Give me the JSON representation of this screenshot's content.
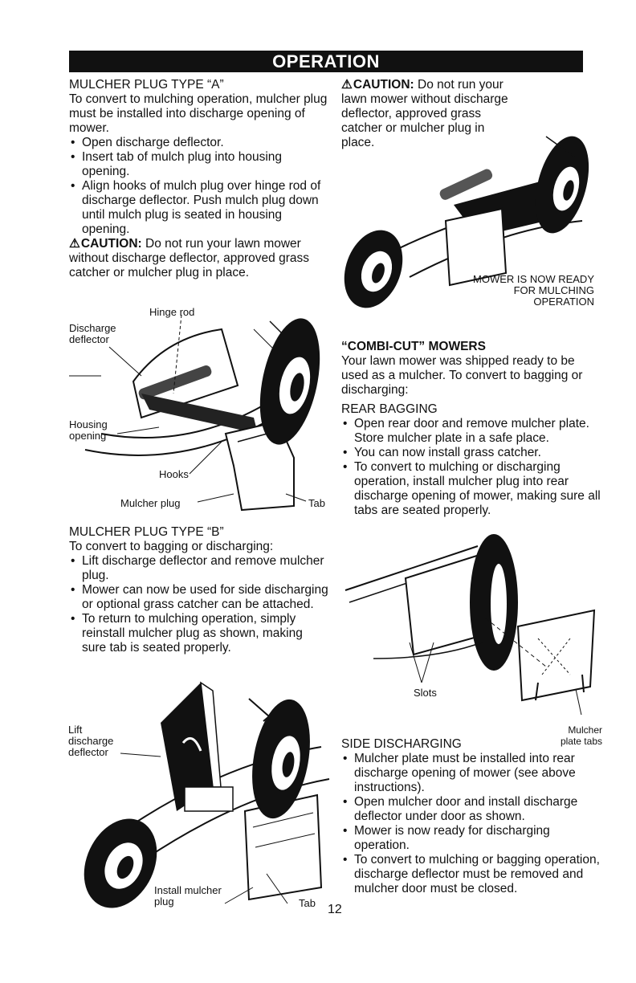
{
  "header": {
    "title": "OPERATION"
  },
  "left": {
    "typeA": {
      "heading": "MULCHER PLUG TYPE “A”",
      "intro": "To convert to mulching operation, mulcher plug must be installed into discharge opening of mower.",
      "steps": [
        "Open discharge deflector.",
        "Insert tab of mulch plug into housing opening.",
        "Align hooks of mulch plug over hinge rod of discharge deflector. Push mulch plug down until mulch plug is seated in housing opening."
      ],
      "caution_label": "CAUTION:",
      "caution_text": "Do not run your lawn mower without discharge deflector, approved grass catcher or mulcher plug in place."
    },
    "figA_labels": {
      "hinge_rod": "Hinge rod",
      "discharge_deflector": "Discharge deflector",
      "housing_opening": "Housing opening",
      "hooks": "Hooks",
      "mulcher_plug": "Mulcher plug",
      "tab": "Tab"
    },
    "typeB": {
      "heading": "MULCHER PLUG TYPE “B”",
      "intro": "To convert to bagging or discharging:",
      "steps": [
        "Lift discharge deflector and remove mulcher plug.",
        "Mower can now be used for side discharging or optional grass catcher can be attached.",
        "To return to mulching operation, simply reinstall mulcher plug as shown, making sure tab is seated properly."
      ]
    },
    "figB_labels": {
      "lift_deflector": "Lift discharge deflector",
      "install_plug": "Install mulcher plug",
      "tab": "Tab"
    }
  },
  "right": {
    "caution_label": "CAUTION:",
    "caution_text": "Do not run your lawn mower without discharge deflector, approved grass catcher or mulcher plug in place.",
    "fig1_caption": "MOWER IS NOW READY FOR MULCHING OPERATION",
    "combi": {
      "heading": "“COMBI-CUT” MOWERS",
      "intro": "Your lawn mower was shipped ready to be used as a mulcher. To convert to bagging or discharging:"
    },
    "rear": {
      "heading": "REAR BAGGING",
      "steps": [
        "Open rear door and remove mulcher plate. Store mulcher plate in a safe place.",
        "You can now install grass catcher.",
        "To convert to mulching or discharging operation, install mulcher plug into rear discharge opening of mower, making sure all tabs are seated properly."
      ]
    },
    "fig2_labels": {
      "slots": "Slots",
      "mulcher_plate_tabs": "Mulcher plate tabs"
    },
    "side": {
      "heading": "SIDE DISCHARGING",
      "steps": [
        "Mulcher plate must be installed into rear discharge opening of mower (see above instructions).",
        "Open mulcher door and install discharge deflector under door as shown.",
        "Mower is now ready for discharging operation.",
        "To convert to mulching or bagging operation, discharge deflector must be removed and mulcher door must be closed."
      ]
    }
  },
  "footer": {
    "page_number": "12"
  }
}
